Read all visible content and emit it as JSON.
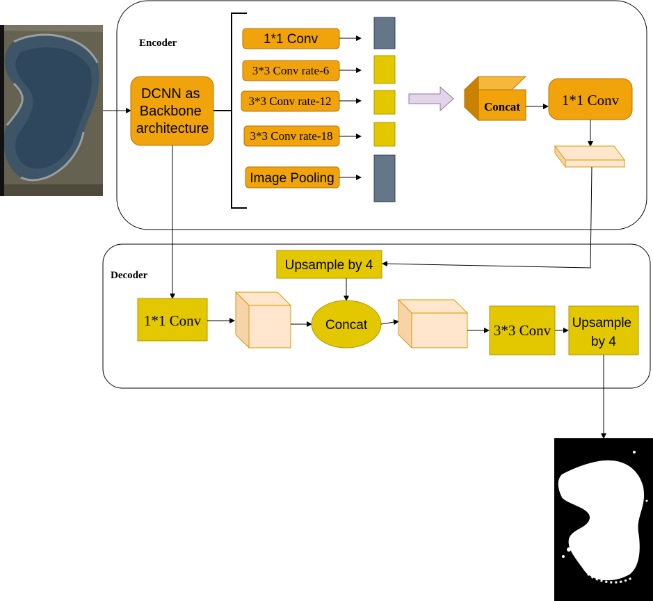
{
  "encoder": {
    "title": "Encoder",
    "backbone_label": [
      "DCNN as",
      "Backbone",
      "architecture"
    ],
    "branches": [
      {
        "label": "1*1 Conv",
        "feature": "slate"
      },
      {
        "label": "3*3 Conv rate-6",
        "feature": "yellow"
      },
      {
        "label": "3*3 Conv rate-12",
        "feature": "yellow"
      },
      {
        "label": "3*3 Conv rate-18",
        "feature": "yellow"
      },
      {
        "label": "Image Pooling",
        "feature": "slate"
      }
    ],
    "concat_label": "Concat",
    "post_conv_label": "1*1 Conv"
  },
  "decoder": {
    "title": "Decoder",
    "upsample_top_label": "Upsample by 4",
    "low_level_conv_label": "1*1 Conv",
    "concat_label": "Concat",
    "conv3_label": "3*3 Conv",
    "upsample_final_label": [
      "Upsample",
      "by 4"
    ]
  },
  "input_image": {
    "icon": "satellite-lake-image"
  },
  "output_image": {
    "icon": "segmentation-mask-image"
  },
  "colors": {
    "orange": "#f0a30a",
    "orange_stroke": "#bd7000",
    "yellow": "#e3c800",
    "yellow_stroke": "#b09500",
    "slate": "#647687",
    "slate_stroke": "#314354",
    "peach": "#ffe6cc",
    "peach_stroke": "#d79b00",
    "purple": "#e1d5e7",
    "purple_stroke": "#9673a6"
  }
}
